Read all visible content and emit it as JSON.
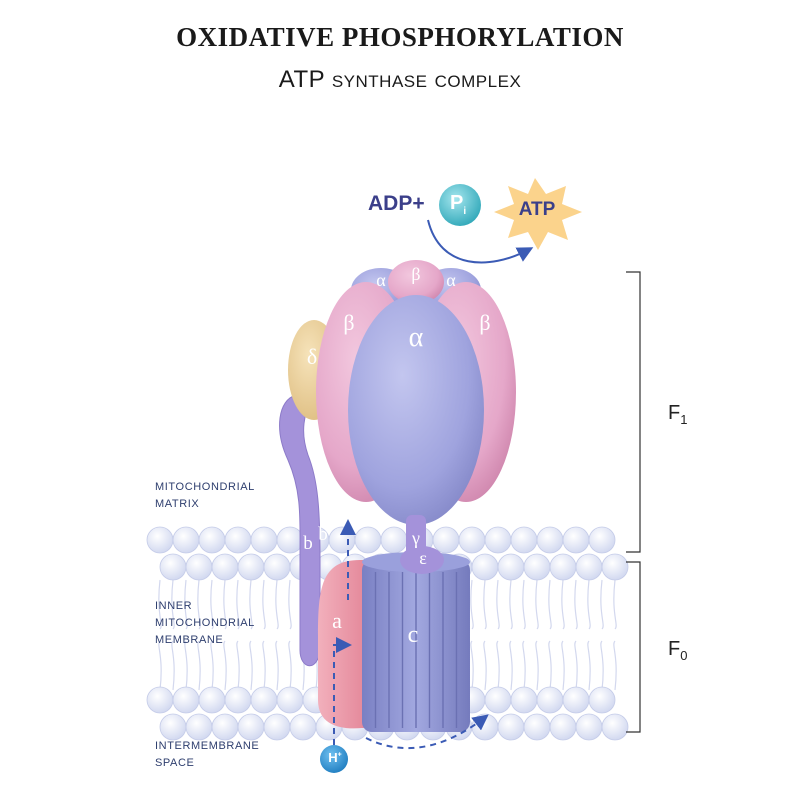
{
  "title": "OXIDATIVE PHOSPHORYLATION",
  "subtitle": "ATP synthase complex",
  "reaction": {
    "adp": "ADP+",
    "pi": "P",
    "pi_sub": "i",
    "atp": "ATP"
  },
  "regions": {
    "matrix": [
      "MITOCHONDRIAL",
      "MATRIX"
    ],
    "inner_membrane": [
      "INNER",
      "MITOCHONDRIAL",
      "MEMBRANE"
    ],
    "intermembrane": [
      "INTERMEMBRANE",
      "SPACE"
    ]
  },
  "subunits": {
    "alpha_front": "α",
    "alpha_top_left": "α",
    "beta_top": "β",
    "alpha_top_right": "α",
    "beta_left": "β",
    "beta_right": "β",
    "delta": "δ",
    "b1": "b",
    "b2": "b",
    "gamma": "γ",
    "epsilon": "ε",
    "a": "a",
    "c": "c"
  },
  "proton": {
    "symbol": "H",
    "charge": "+"
  },
  "fractions": {
    "f1": "F",
    "f1_sub": "1",
    "f0": "F",
    "f0_sub": "0"
  },
  "colors": {
    "alpha": "#9fa3de",
    "beta": "#e5a7c9",
    "delta": "#e9cf97",
    "stalk": "#a492da",
    "c_ring": "#8a91cf",
    "a_subunit": "#e88a9c",
    "proton": "#2a8fd0",
    "pi": "#3fb7c6",
    "atp_star": "#fbd38c",
    "text_dark": "#3b3f8a",
    "arrow": "#3b5bb5"
  }
}
